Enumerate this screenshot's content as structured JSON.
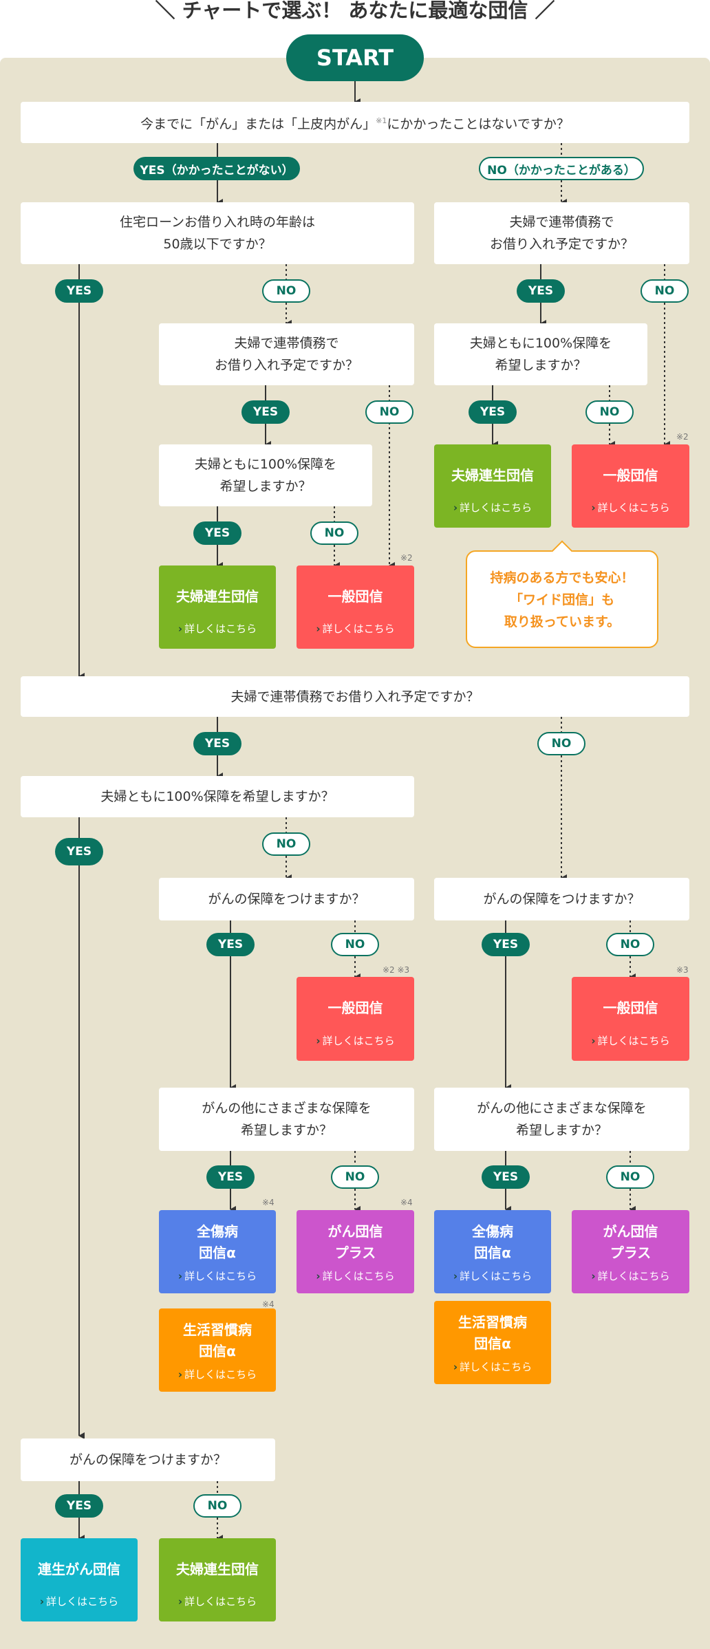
{
  "header": {
    "title": "＼ チャートで選ぶ！ あなたに最適な団信 ／"
  },
  "start_label": "START",
  "link_label": "詳しくはこちら",
  "questions": {
    "q1": "今までに「がん」または「上皮内がん」",
    "q1_note": "※1",
    "q1_tail": "にかかったことはないですか？",
    "q2": "住宅ローンお借り入れ時の年齢は\n50歳以下ですか？",
    "q3": "夫婦で連帯債務で\nお借り入れ予定ですか？",
    "q4": "夫婦で連帯債務で\nお借り入れ予定ですか？",
    "q5": "夫婦ともに100%保障を\n希望しますか？",
    "q6": "夫婦ともに100%保障を\n希望しますか？",
    "q7": "夫婦で連帯債務でお借り入れ予定ですか？",
    "q8": "夫婦ともに100%保障を希望しますか？",
    "q9": "がんの保障をつけますか？",
    "q10": "がんの保障をつけますか？",
    "q11": "がんの他にさまざまな保障を\n希望しますか？",
    "q12": "がんの他にさまざまな保障を\n希望しますか？",
    "q13": "がんの保障をつけますか？"
  },
  "labels": {
    "yes_first": "YES（かかったことがない）",
    "no_first": "NO（かかったことがある）",
    "yes": "YES",
    "no": "NO"
  },
  "results": {
    "fusai": "夫婦連生団信",
    "ippan": "一般団信",
    "zenshobyo": "全傷病\n団信α",
    "gan_plus": "がん団信\nプラス",
    "seikatsu": "生活習慣病\n団信α",
    "rensei_gan": "連生がん団信"
  },
  "notes": {
    "n2": "※2",
    "n23": "※2 ※3",
    "n3": "※3",
    "n4": "※4"
  },
  "callout": "持病のある方でも安心！\n「ワイド団信」も\n取り扱っています。",
  "colors": {
    "accent": "#0a7360",
    "background": "#e8e3cf",
    "green": "#7cb524",
    "red": "#ff5757",
    "blue": "#5580e8",
    "purple": "#cc55cc",
    "orange": "#ff9800",
    "cyan": "#12b5cb",
    "callout": "#f5a623"
  }
}
